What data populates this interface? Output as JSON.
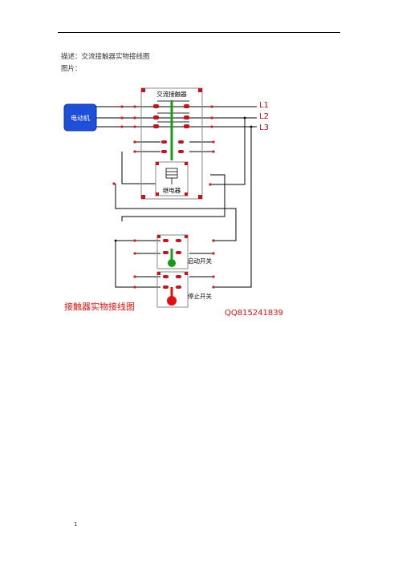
{
  "header": {
    "description": "描述：交流接触器实物接线图",
    "picture_label": "图片："
  },
  "diagram": {
    "motor_label": "电动机",
    "contactor_label": "交流接触器",
    "relay_label": "继电器",
    "phase_labels": [
      "L1",
      "L2",
      "L3"
    ],
    "start_switch_label": "启动开关",
    "stop_switch_label": "停止开关",
    "caption": "接触器实物接线图",
    "watermark": "QQ815241839",
    "colors": {
      "motor_fill": "#1e4fd8",
      "wire": "#000000",
      "terminal": "#d21c1c",
      "coil_wire": "#1a9a1a",
      "start_button": "#1a9a1a",
      "stop_button": "#e01010",
      "caption": "#e01010",
      "frame_corner": "#c0161b"
    }
  },
  "footer": {
    "page_number": "1"
  }
}
